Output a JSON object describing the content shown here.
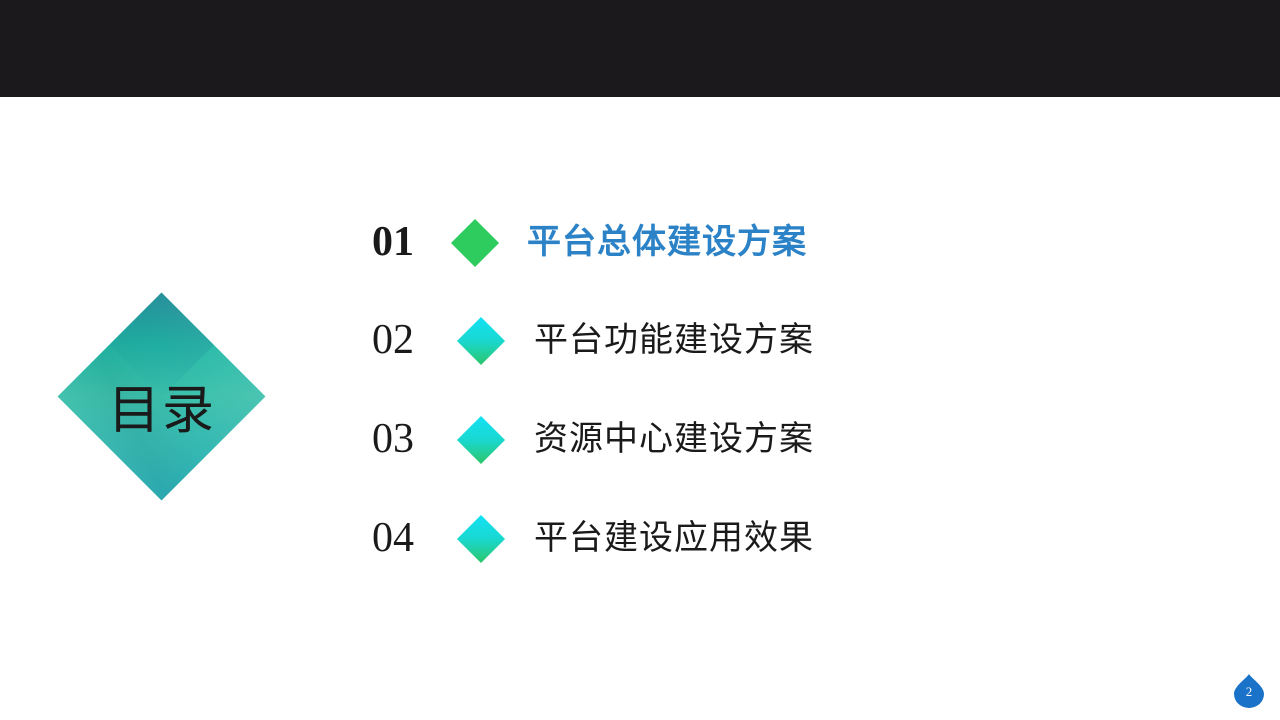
{
  "slide": {
    "title": "目录",
    "page_number": "2",
    "colors": {
      "topbar": "#1b191c",
      "active_text": "#2b82c6",
      "active_diamond": "#2ecc5f",
      "diamond_gradient_start": "#12e1f5",
      "diamond_gradient_end": "#2cc66a",
      "page_badge": "#1a73c8"
    }
  },
  "toc": [
    {
      "number": "01",
      "label": "平台总体建设方案",
      "active": true
    },
    {
      "number": "02",
      "label": "平台功能建设方案",
      "active": false
    },
    {
      "number": "03",
      "label": "资源中心建设方案",
      "active": false
    },
    {
      "number": "04",
      "label": "平台建设应用效果",
      "active": false
    }
  ]
}
